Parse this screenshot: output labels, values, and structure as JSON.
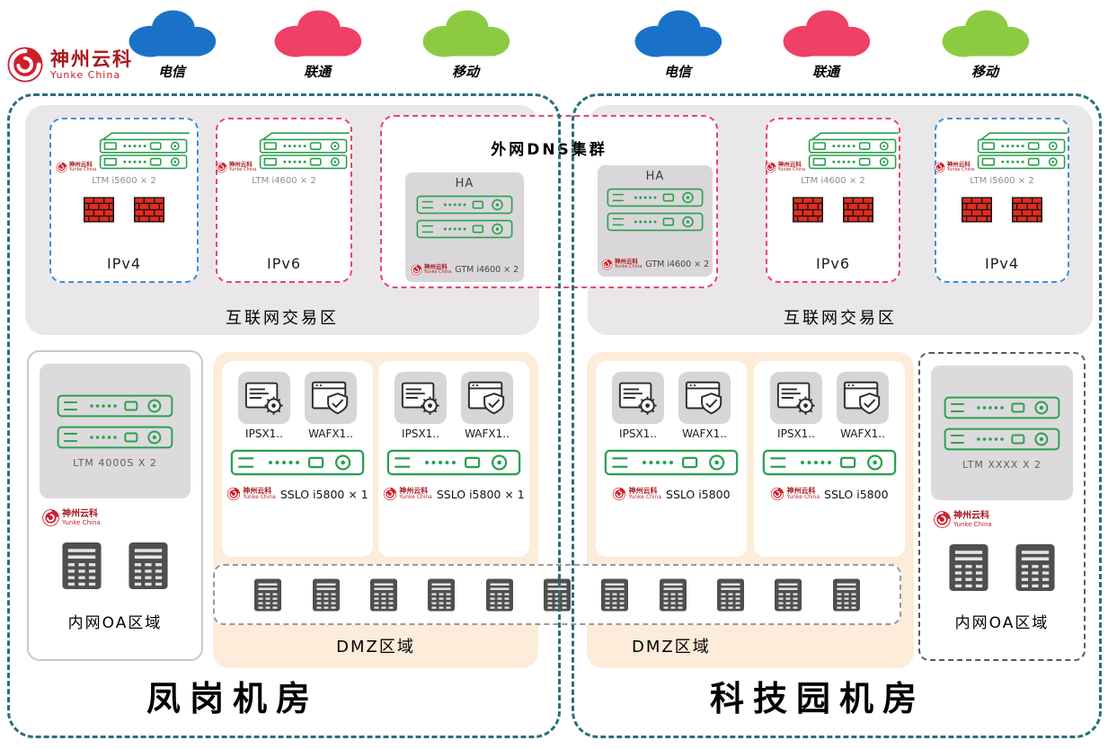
{
  "brand": {
    "name": "神州云科",
    "sub": "Yunke China"
  },
  "isp_clouds": {
    "left": [
      {
        "label": "电信",
        "color": "#1a72c8"
      },
      {
        "label": "联通",
        "color": "#ef4066"
      },
      {
        "label": "移动",
        "color": "#8ccb41"
      }
    ],
    "right": [
      {
        "label": "电信",
        "color": "#1a72c8"
      },
      {
        "label": "联通",
        "color": "#ef4066"
      },
      {
        "label": "移动",
        "color": "#8ccb41"
      }
    ]
  },
  "dns_cluster": {
    "title": "外网DNS集群",
    "ha_left": {
      "label": "HA",
      "device": "GTM i4600 × 2"
    },
    "ha_right": {
      "label": "HA",
      "device": "GTM i4600 × 2"
    }
  },
  "left_dc": {
    "name": "凤岗机房",
    "internet_zone": {
      "label": "互联网交易区",
      "ipv4": {
        "label": "IPv4",
        "device": "LTM i5600 × 2"
      },
      "ipv6": {
        "label": "IPv6",
        "device": "LTM i4600 × 2"
      }
    },
    "oa_zone": {
      "label": "内网OA区域",
      "device": "LTM 4000S X 2"
    },
    "dmz": {
      "label": "DMZ区域",
      "groups": [
        {
          "ips": "IPSX1..",
          "waf": "WAFX1..",
          "sslo": "SSLO i5800 × 1"
        },
        {
          "ips": "IPSX1..",
          "waf": "WAFX1..",
          "sslo": "SSLO i5800 × 1"
        }
      ]
    }
  },
  "right_dc": {
    "name": "科技园机房",
    "internet_zone": {
      "label": "互联网交易区",
      "ipv6": {
        "label": "IPv6",
        "device": "LTM i4600 × 2"
      },
      "ipv4": {
        "label": "IPv4",
        "device": "LTM i5600 × 2"
      }
    },
    "oa_zone": {
      "label": "内网OA区域",
      "device": "LTM XXXX X 2"
    },
    "dmz": {
      "label": "DMZ区域",
      "groups": [
        {
          "ips": "IPSX1..",
          "waf": "WAFX1..",
          "sslo": "SSLO i5800"
        },
        {
          "ips": "IPSX1..",
          "waf": "WAFX1..",
          "sslo": "SSLO i5800"
        }
      ]
    }
  },
  "dmz_servers_count": 11,
  "colors": {
    "dc_border": "#2a6f76",
    "internet_zone_bg": "#e9e7ea",
    "dmz_bg": "#fcecd9",
    "appliance_green": "#2aa04f",
    "firewall_red": "#e32b1e",
    "ipv4_border": "#3f8ed2",
    "ipv6_border": "#ee4468"
  }
}
